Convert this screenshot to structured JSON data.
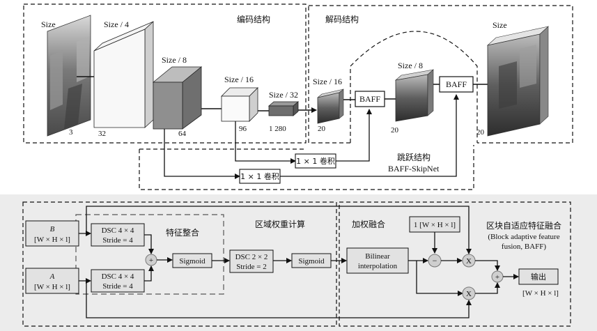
{
  "encoder": {
    "title": "编码结构",
    "input_label": "Size",
    "input_channels": "3",
    "stages": [
      {
        "size": "Size / 4",
        "channels": "32"
      },
      {
        "size": "Size / 8",
        "channels": "64"
      },
      {
        "size": "Size / 16",
        "channels": "96"
      },
      {
        "size": "Size / 32",
        "channels": "1 280"
      }
    ]
  },
  "decoder": {
    "title": "解码结构",
    "stage1_size": "Size / 16",
    "stage1_channels": "20",
    "baff1": "BAFF",
    "stage2_size": "Size / 8",
    "stage2_channels": "20",
    "baff2": "BAFF",
    "output_label": "Size",
    "output_channels": "20"
  },
  "skip": {
    "conv1": "1 × 1 卷积",
    "conv2": "1 × 1 卷积",
    "title_cn": "跳跃结构",
    "title_en": "BAFF-SkipNet"
  },
  "module": {
    "input_b_line1": "B",
    "input_b_line2": "[W × H × l]",
    "input_a_line1": "A",
    "input_a_line2": "[W × H × l]",
    "dsc_b_line1": "DSC 4 × 4",
    "dsc_b_line2": "Stride = 4",
    "dsc_a_line1": "DSC 4 × 4",
    "dsc_a_line2": "Stride = 4",
    "feature_integration": "特征整合",
    "sigmoid1": "Sigmoid",
    "dsc2_line1": "DSC 2 × 2",
    "dsc2_line2": "Stride = 2",
    "sigmoid2": "Sigmoid",
    "region_weight": "区域权重计算",
    "weighted_fusion": "加权融合",
    "bilinear_line1": "Bilinear",
    "bilinear_line2": "interpolation",
    "ones_tensor": "1 [W × H × l]",
    "baff_title_line1": "区块自适应特征融合",
    "baff_title_line2": "(Block adaptive feature",
    "baff_title_line3": "fusion, BAFF)",
    "output": "输出",
    "output_dims": "[W × H × l]",
    "op_plus": "+",
    "op_minus": "−",
    "op_times": "X"
  }
}
